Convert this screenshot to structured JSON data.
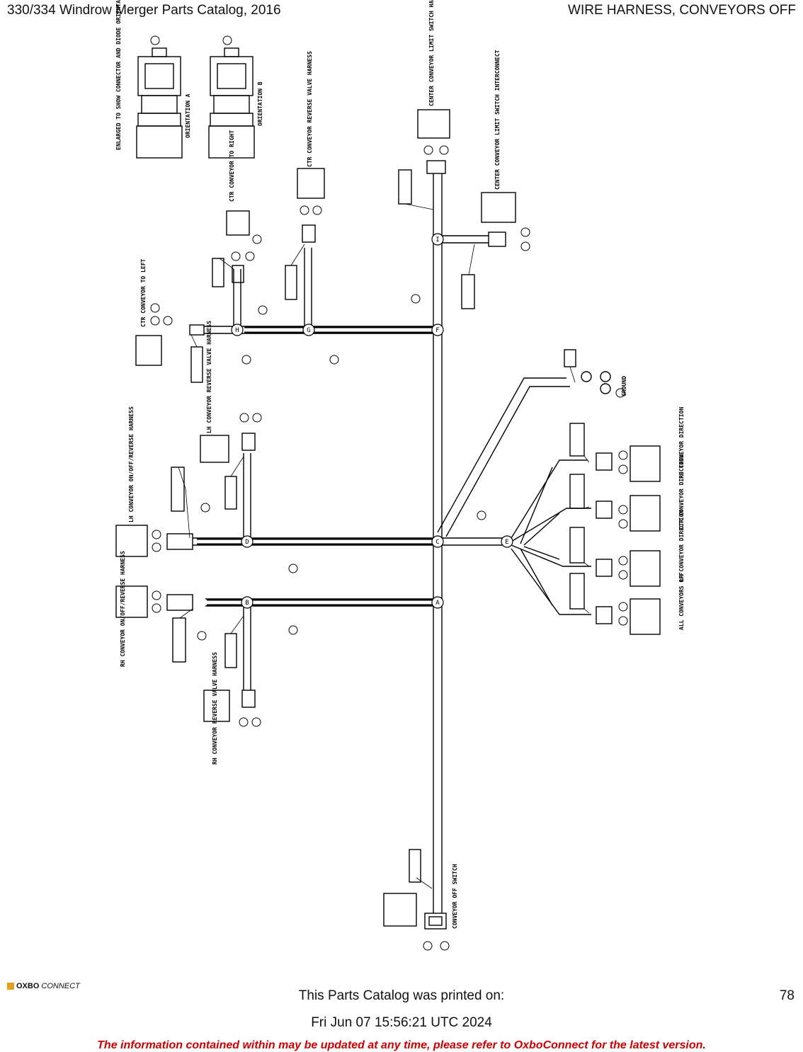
{
  "header": {
    "left": "330/334 Windrow Merger Parts Catalog, 2016",
    "right": "WIRE HARNESS, CONVEYORS OFF"
  },
  "diagram": {
    "branch_labels": [
      "A",
      "B",
      "C",
      "D",
      "E",
      "F",
      "G",
      "H",
      "I"
    ],
    "connector_notes": {
      "orientation_a": "ORIENTATION A",
      "orientation_b": "ORIENTATION B",
      "enlarged": "ENLARGED TO SHOW CONNECTOR AND DIODE ORIENTATION",
      "ctr_conveyor_to_right": "CTR CONVEYOR TO RIGHT",
      "ctr_conveyor_to_left": "CTR CONVEYOR TO LEFT",
      "ctr_reverse_valve": "CTR CONVEYOR REVERSE VALVE HARNESS",
      "center_limit_switch_harness": "CENTER CONVEYOR LIMIT SWITCH HARNESS",
      "center_limit_switch_interconnect": "CENTER CONVEYOR LIMIT SWITCH INTERCONNECT",
      "ground": "GROUND",
      "rh_direction": "RH CONVEYOR DIRECTION",
      "ctr_direction": "CTR CONVEYOR DIRECTION",
      "lh_direction": "LH CONVEYOR DIRECTION",
      "all_off": "ALL CONVEYORS OFF",
      "lh_reverse_valve": "LH CONVEYOR REVERSE VALVE HARNESS",
      "lh_on_off_reverse": "LH CONVEYOR ON/OFF/REVERSE HARNESS",
      "rh_on_off_reverse": "RH CONVEYOR ON/OFF/REVERSE HARNESS",
      "rh_reverse_valve": "RH CONVEYOR REVERSE VALVE HARNESS",
      "conveyor_off_switch": "CONVEYOR OFF SWITCH"
    }
  },
  "footer": {
    "logo_bold": "OXBO",
    "logo_rest": "CONNECT",
    "printed_line1": "This Parts Catalog was printed on:",
    "printed_line2": "Fri Jun 07 15:56:21 UTC 2024",
    "page_number": "78",
    "disclaimer": "The information contained within may be updated at any time, please refer to OxboConnect for the latest version."
  },
  "colors": {
    "disclaimer": "#cc0000",
    "logo_accent": "#e0a020"
  }
}
